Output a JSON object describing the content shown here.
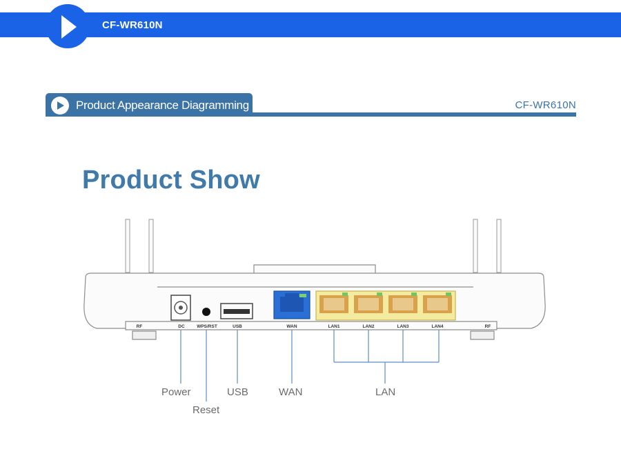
{
  "banner": {
    "model": "CF-WR610N"
  },
  "section": {
    "label": "Product Appearance Diagramming",
    "model": "CF-WR610N"
  },
  "title": "Product Show",
  "router": {
    "port_labels": {
      "rf_left": "RF",
      "dc": "DC",
      "wps": "WPS/RST",
      "usb": "USB",
      "wan": "WAN",
      "lan1": "LAN1",
      "lan2": "LAN2",
      "lan3": "LAN3",
      "lan4": "LAN4",
      "rf_right": "RF"
    }
  },
  "callouts": {
    "power": "Power",
    "reset": "Reset",
    "usb": "USB",
    "wan": "WAN",
    "lan": "LAN"
  },
  "colors": {
    "banner": "#1a62e6",
    "section": "#3b73a6",
    "wan_port": "#2a6fd6",
    "lan_port": "#f2e27a"
  }
}
